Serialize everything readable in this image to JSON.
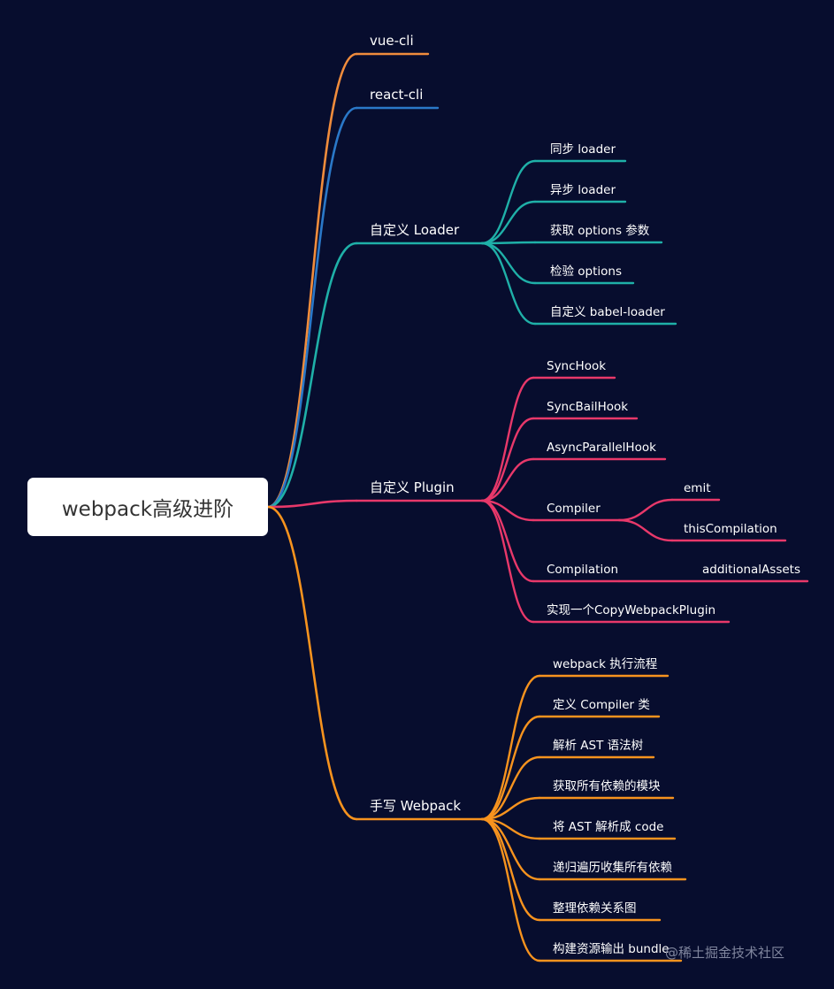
{
  "root": {
    "label": "webpack高级进阶"
  },
  "colors": {
    "vue_cli": "#f08c3c",
    "react_cli": "#2a78c8",
    "loader": "#1fb0a8",
    "plugin": "#e8386a",
    "webpack": "#f7931e"
  },
  "branches": {
    "vue_cli": {
      "label": "vue-cli"
    },
    "react_cli": {
      "label": "react-cli"
    },
    "loader": {
      "label": "自定义 Loader",
      "items": [
        "同步 loader",
        "异步 loader",
        "获取 options 参数",
        "检验 options",
        "自定义 babel-loader"
      ]
    },
    "plugin": {
      "label": "自定义 Plugin",
      "items": [
        "SyncHook",
        "SyncBailHook",
        "AsyncParallelHook",
        "Compiler",
        "Compilation",
        "实现一个CopyWebpackPlugin"
      ],
      "compiler_items": [
        "emit",
        "thisCompilation"
      ],
      "compilation_items": [
        "additionalAssets"
      ]
    },
    "webpack": {
      "label": "手写 Webpack",
      "items": [
        "webpack 执行流程",
        "定义 Compiler 类",
        "解析 AST 语法树",
        "获取所有依赖的模块",
        "将 AST 解析成 code",
        "递归遍历收集所有依赖",
        "整理依赖关系图",
        "构建资源输出 bundle"
      ]
    }
  },
  "watermark": "@稀土掘金技术社区"
}
